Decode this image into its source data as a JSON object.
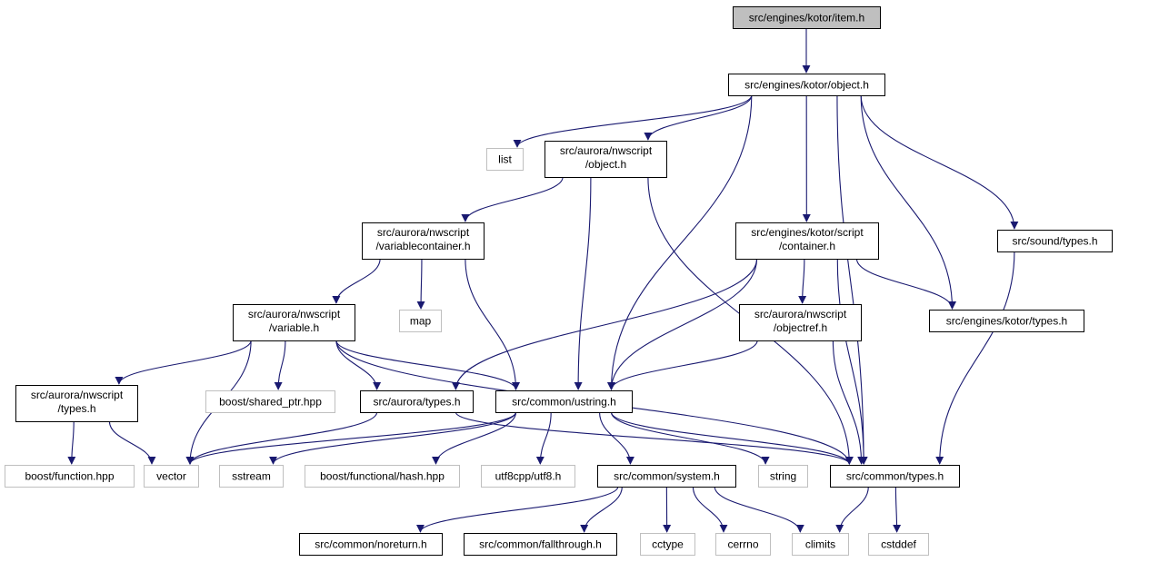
{
  "colors": {
    "edge": "#191970",
    "documented_border": "#000000",
    "external_border": "#bfbfbf",
    "root_fill": "#bfbfbf",
    "node_fill": "#ffffff",
    "text": "#000000"
  },
  "nodes": {
    "item": {
      "lines": [
        "src/engines/kotor/item.h"
      ],
      "kind": "root"
    },
    "kotor_object": {
      "lines": [
        "src/engines/kotor/object.h"
      ],
      "kind": "documented"
    },
    "list": {
      "lines": [
        "list"
      ],
      "kind": "external"
    },
    "nws_object": {
      "lines": [
        "src/aurora/nwscript",
        "/object.h"
      ],
      "kind": "documented"
    },
    "nws_varcontainer": {
      "lines": [
        "src/aurora/nwscript",
        "/variablecontainer.h"
      ],
      "kind": "documented"
    },
    "map": {
      "lines": [
        "map"
      ],
      "kind": "external"
    },
    "kotor_script_container": {
      "lines": [
        "src/engines/kotor/script",
        "/container.h"
      ],
      "kind": "documented"
    },
    "sound_types": {
      "lines": [
        "src/sound/types.h"
      ],
      "kind": "documented"
    },
    "nws_variable": {
      "lines": [
        "src/aurora/nwscript",
        "/variable.h"
      ],
      "kind": "documented"
    },
    "nws_objectref": {
      "lines": [
        "src/aurora/nwscript",
        "/objectref.h"
      ],
      "kind": "documented"
    },
    "kotor_types": {
      "lines": [
        "src/engines/kotor/types.h"
      ],
      "kind": "documented"
    },
    "nws_types": {
      "lines": [
        "src/aurora/nwscript",
        "/types.h"
      ],
      "kind": "documented"
    },
    "boost_shared_ptr": {
      "lines": [
        "boost/shared_ptr.hpp"
      ],
      "kind": "external"
    },
    "aurora_types": {
      "lines": [
        "src/aurora/types.h"
      ],
      "kind": "documented"
    },
    "ustring": {
      "lines": [
        "src/common/ustring.h"
      ],
      "kind": "documented"
    },
    "boost_function": {
      "lines": [
        "boost/function.hpp"
      ],
      "kind": "external"
    },
    "vector": {
      "lines": [
        "vector"
      ],
      "kind": "external"
    },
    "sstream": {
      "lines": [
        "sstream"
      ],
      "kind": "external"
    },
    "boost_functional_hash": {
      "lines": [
        "boost/functional/hash.hpp"
      ],
      "kind": "external"
    },
    "utf8": {
      "lines": [
        "utf8cpp/utf8.h"
      ],
      "kind": "external"
    },
    "common_system": {
      "lines": [
        "src/common/system.h"
      ],
      "kind": "documented"
    },
    "string": {
      "lines": [
        "string"
      ],
      "kind": "external"
    },
    "common_types": {
      "lines": [
        "src/common/types.h"
      ],
      "kind": "documented"
    },
    "noreturn": {
      "lines": [
        "src/common/noreturn.h"
      ],
      "kind": "documented"
    },
    "fallthrough": {
      "lines": [
        "src/common/fallthrough.h"
      ],
      "kind": "documented"
    },
    "cctype": {
      "lines": [
        "cctype"
      ],
      "kind": "external"
    },
    "cerrno": {
      "lines": [
        "cerrno"
      ],
      "kind": "external"
    },
    "climits": {
      "lines": [
        "climits"
      ],
      "kind": "external"
    },
    "cstddef": {
      "lines": [
        "cstddef"
      ],
      "kind": "external"
    }
  },
  "edges": [
    [
      "item",
      "kotor_object"
    ],
    [
      "kotor_object",
      "list"
    ],
    [
      "kotor_object",
      "nws_object"
    ],
    [
      "kotor_object",
      "ustring"
    ],
    [
      "kotor_object",
      "kotor_script_container"
    ],
    [
      "kotor_object",
      "kotor_types"
    ],
    [
      "kotor_object",
      "sound_types"
    ],
    [
      "kotor_object",
      "common_types"
    ],
    [
      "nws_object",
      "nws_varcontainer"
    ],
    [
      "nws_object",
      "ustring"
    ],
    [
      "nws_object",
      "common_types"
    ],
    [
      "nws_varcontainer",
      "nws_variable"
    ],
    [
      "nws_varcontainer",
      "map"
    ],
    [
      "nws_varcontainer",
      "ustring"
    ],
    [
      "kotor_script_container",
      "aurora_types"
    ],
    [
      "kotor_script_container",
      "ustring"
    ],
    [
      "kotor_script_container",
      "nws_objectref"
    ],
    [
      "kotor_script_container",
      "common_types"
    ],
    [
      "kotor_script_container",
      "kotor_types"
    ],
    [
      "sound_types",
      "common_types"
    ],
    [
      "nws_variable",
      "nws_types"
    ],
    [
      "nws_variable",
      "vector"
    ],
    [
      "nws_variable",
      "boost_shared_ptr"
    ],
    [
      "nws_variable",
      "aurora_types"
    ],
    [
      "nws_variable",
      "ustring"
    ],
    [
      "nws_variable",
      "common_types"
    ],
    [
      "nws_objectref",
      "ustring"
    ],
    [
      "nws_objectref",
      "common_types"
    ],
    [
      "nws_types",
      "boost_function"
    ],
    [
      "nws_types",
      "vector"
    ],
    [
      "aurora_types",
      "vector"
    ],
    [
      "aurora_types",
      "common_types"
    ],
    [
      "ustring",
      "vector"
    ],
    [
      "ustring",
      "sstream"
    ],
    [
      "ustring",
      "boost_functional_hash"
    ],
    [
      "ustring",
      "utf8"
    ],
    [
      "ustring",
      "common_system"
    ],
    [
      "ustring",
      "string"
    ],
    [
      "ustring",
      "common_types"
    ],
    [
      "common_system",
      "noreturn"
    ],
    [
      "common_system",
      "fallthrough"
    ],
    [
      "common_system",
      "cctype"
    ],
    [
      "common_system",
      "cerrno"
    ],
    [
      "common_system",
      "climits"
    ],
    [
      "common_types",
      "climits"
    ],
    [
      "common_types",
      "cstddef"
    ]
  ]
}
